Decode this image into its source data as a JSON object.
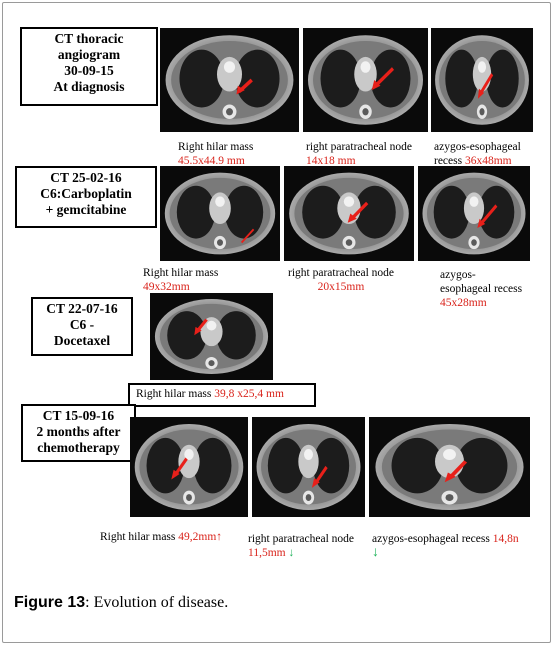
{
  "rows": [
    {
      "box": [
        "CT thoracic",
        "angiogram",
        "30-09-15",
        "At diagnosis"
      ],
      "labels": [
        {
          "text": "Right hilar mass",
          "value": "45.5x44.9 mm"
        },
        {
          "text": "right paratracheal node",
          "value": "14x18 mm"
        },
        {
          "text": "azygos-esophageal",
          "text2": "recess",
          "value": "36x48mm"
        }
      ]
    },
    {
      "box": [
        "CT 25-02-16",
        "C6:Carboplatin",
        "+ gemcitabine"
      ],
      "labels": [
        {
          "text": "Right hilar mass",
          "value": "49x32mm"
        },
        {
          "text": "right paratracheal node",
          "value": "20x15mm"
        },
        {
          "text": "azygos-",
          "text2": "esophageal recess",
          "value": "45x28mm"
        }
      ]
    },
    {
      "box": [
        "CT 22-07-16",
        "C6 -",
        "Docetaxel"
      ],
      "labels": [
        {
          "text": "Right hilar mass",
          "value": "39,8 x25,4 mm"
        }
      ]
    },
    {
      "box": [
        "CT 15-09-16",
        "2 months after",
        "chemotherapy"
      ],
      "labels": [
        {
          "text": "Right hilar mass",
          "value": "49,2mm",
          "arrow": "↑"
        },
        {
          "text": "right paratracheal node",
          "value": "11,5mm",
          "arrow": "↓"
        },
        {
          "text": "azygos-esophageal recess",
          "value": "14,8n",
          "arrow": "↓"
        }
      ]
    }
  ],
  "caption": {
    "label": "Figure 13",
    "text": ": Evolution of disease."
  },
  "colors": {
    "red": "#d9231b",
    "green": "#1fb25a"
  }
}
